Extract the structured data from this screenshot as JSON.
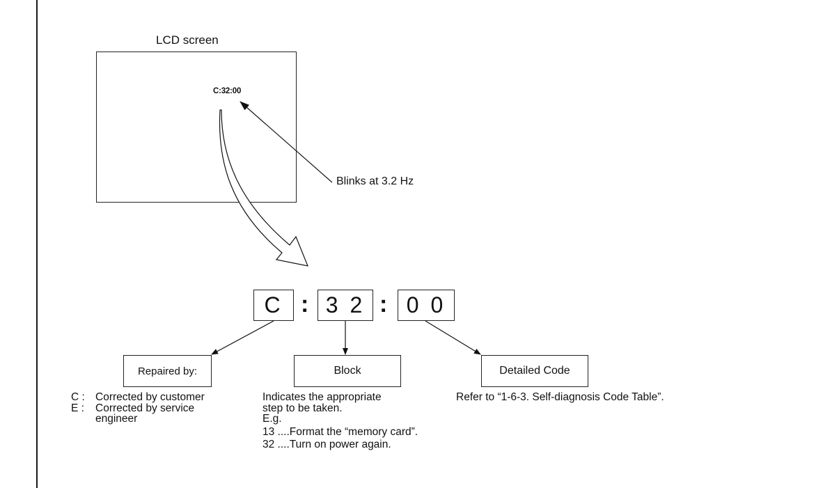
{
  "lcd": {
    "title": "LCD screen",
    "display_code": "C:32:00",
    "blink_label": "Blinks at 3.2 Hz"
  },
  "code": {
    "segments": [
      "C",
      "3 2",
      "0 0"
    ],
    "separator": ":"
  },
  "labels": {
    "repaired_by": "Repaired by:",
    "block": "Block",
    "detailed_code": "Detailed Code"
  },
  "descriptions": {
    "repaired_by": [
      {
        "key": "C :",
        "lines": [
          "Corrected by customer"
        ]
      },
      {
        "key": "E :",
        "lines": [
          "Corrected by service",
          "engineer"
        ]
      }
    ],
    "block": {
      "lines": [
        "Indicates the appropriate",
        "step to be taken.",
        "E.g."
      ],
      "examples": [
        "13 ....Format the “memory card”.",
        "32 ....Turn on power again."
      ]
    },
    "detailed_code": "Refer to “1-6-3. Self-diagnosis Code Table”."
  }
}
